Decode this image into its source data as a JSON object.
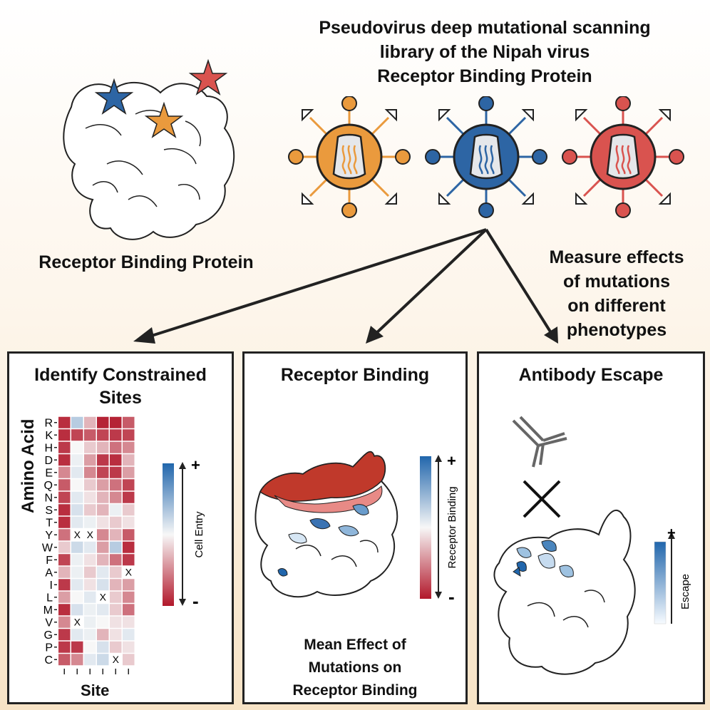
{
  "header": {
    "title_lines": [
      "Pseudovirus deep mutational scanning",
      "library of the Nipah virus",
      "Receptor Binding Protein"
    ]
  },
  "protein": {
    "label": "Receptor Binding Protein"
  },
  "measure": {
    "lines": [
      "Measure effects",
      "of mutations",
      "on different",
      "phenotypes"
    ]
  },
  "colors": {
    "orange": "#ea9a3d",
    "blue": "#2d65a4",
    "red": "#d9534f",
    "dark_red": "#b2182b",
    "dark_blue": "#2166ac"
  },
  "panels": {
    "constrained": {
      "title_lines": [
        "Identify Constrained",
        "Sites"
      ],
      "ylabel": "Amino Acid",
      "xlabel": "Site",
      "amino_acids": [
        "R",
        "K",
        "H",
        "D",
        "E",
        "Q",
        "N",
        "S",
        "T",
        "Y",
        "W",
        "F",
        "A",
        "I",
        "L",
        "M",
        "V",
        "G",
        "P",
        "C"
      ],
      "colorbar_label": "Cell Entry",
      "plus": "+",
      "minus": "-",
      "missing_mark": "X"
    },
    "binding": {
      "title": "Receptor Binding",
      "colorbar_label": "Receptor Binding",
      "plus": "+",
      "minus": "-",
      "footer_lines": [
        "Mean Effect of",
        "Mutations on",
        "Receptor Binding"
      ]
    },
    "escape": {
      "title": "Antibody Escape",
      "colorbar_label": "Escape",
      "plus": "+"
    }
  },
  "chart_data": {
    "type": "heatmap",
    "xlabel": "Site",
    "ylabel": "Amino Acid",
    "rows": [
      "R",
      "K",
      "H",
      "D",
      "E",
      "Q",
      "N",
      "S",
      "T",
      "Y",
      "W",
      "F",
      "A",
      "I",
      "L",
      "M",
      "V",
      "G",
      "P",
      "C"
    ],
    "n_columns": 6,
    "color_scale": "red (-) to white to blue (+)",
    "values": [
      [
        -0.9,
        0.3,
        -0.3,
        -0.95,
        -0.95,
        -0.7
      ],
      [
        -0.9,
        -0.8,
        -0.7,
        -0.8,
        -0.85,
        -0.8
      ],
      [
        -0.85,
        0.0,
        -0.2,
        -0.3,
        -0.6,
        -0.5
      ],
      [
        -0.9,
        0.05,
        -0.4,
        -0.85,
        -0.9,
        -0.3
      ],
      [
        -0.5,
        0.1,
        -0.5,
        -0.8,
        -0.85,
        -0.4
      ],
      [
        -0.7,
        0.0,
        -0.2,
        -0.4,
        -0.6,
        -0.8
      ],
      [
        -0.8,
        0.1,
        -0.1,
        -0.3,
        -0.5,
        -0.85
      ],
      [
        -0.9,
        0.15,
        -0.2,
        -0.3,
        0.05,
        -0.2
      ],
      [
        -0.9,
        0.1,
        0.05,
        -0.1,
        -0.2,
        -0.1
      ],
      [
        -0.6,
        "missing",
        "missing",
        -0.5,
        -0.3,
        -0.7
      ],
      [
        -0.2,
        0.2,
        0.1,
        -0.4,
        0.3,
        -0.9
      ],
      [
        -0.8,
        0.05,
        -0.1,
        -0.3,
        -0.6,
        -0.85
      ],
      [
        -0.3,
        0.05,
        -0.2,
        0.1,
        -0.2,
        "missing"
      ],
      [
        -0.85,
        0.1,
        -0.1,
        0.15,
        -0.3,
        -0.4
      ],
      [
        -0.4,
        0.0,
        0.1,
        "missing",
        -0.2,
        -0.5
      ],
      [
        -0.9,
        0.15,
        0.05,
        0.1,
        -0.2,
        -0.6
      ],
      [
        -0.5,
        "missing",
        0.05,
        0.0,
        -0.1,
        -0.1
      ],
      [
        -0.85,
        0.1,
        0.05,
        -0.3,
        -0.1,
        0.1
      ],
      [
        -0.85,
        -0.85,
        0.0,
        0.15,
        -0.2,
        -0.1
      ],
      [
        -0.7,
        -0.5,
        0.1,
        0.2,
        "missing",
        -0.2
      ]
    ]
  }
}
